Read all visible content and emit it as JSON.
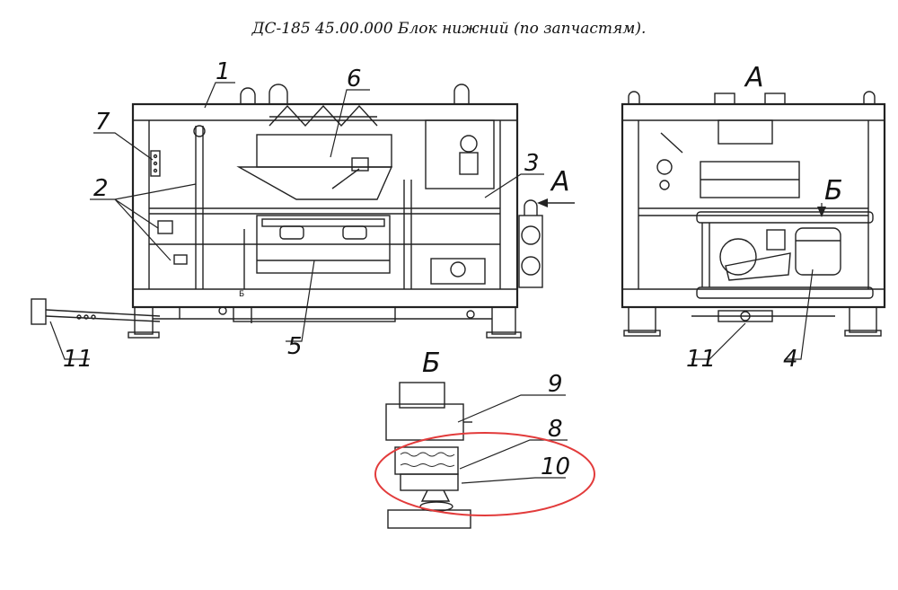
{
  "title": "ДС-185 45.00.000 Блок нижний (по запчастям).",
  "views": {
    "side": {
      "label": ""
    },
    "a": {
      "label": "А"
    },
    "b": {
      "label": "Б"
    }
  },
  "callouts": {
    "c1": "1",
    "c2": "2",
    "c3": "3",
    "c4": "4",
    "c5": "5",
    "c6": "6",
    "c7": "7",
    "c8": "8",
    "c9": "9",
    "c10": "10",
    "c11a": "11",
    "c11b": "11"
  },
  "markers": {
    "arrow_a": "А",
    "section_b_right": "Б",
    "section_b_small": "Б"
  },
  "highlight": {
    "color": "#e23b3b"
  }
}
